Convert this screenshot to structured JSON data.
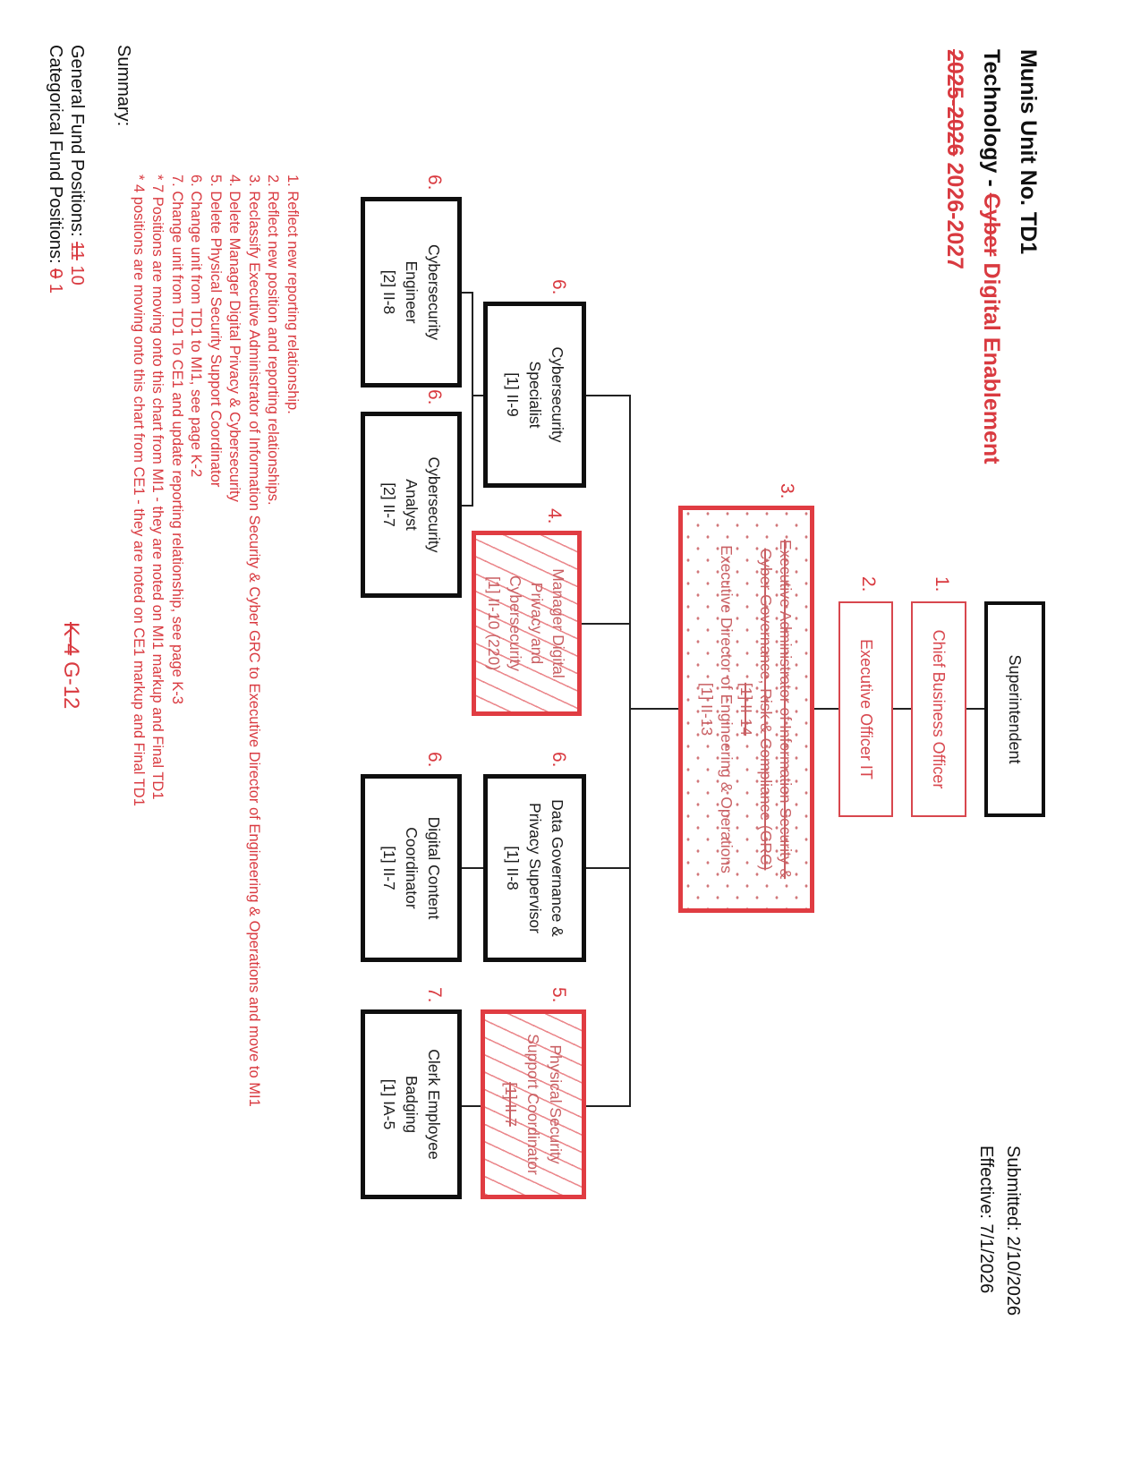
{
  "header": {
    "title_line1": "Munis Unit No. TD1",
    "title_line2_black": "Technology - ",
    "title_line2_struck": "Cyber",
    "title_line2_red": " Digital Enablement",
    "title_line3_struck": "2025-2026",
    "title_line3_red": " 2026-2027",
    "submitted": "Submitted: 2/10/2026",
    "effective": "Effective: 7/1/2026"
  },
  "boxes": [
    {
      "id": "superintendent",
      "number": "",
      "lines": [
        "Superintendent"
      ]
    },
    {
      "id": "chief-business-officer",
      "number": "1.",
      "lines": [
        "Chief Business Officer"
      ]
    },
    {
      "id": "executive-officer-it",
      "number": "2.",
      "lines": [
        "Executive Officer IT"
      ]
    },
    {
      "id": "executive-director-engineering-operations",
      "number": "3.",
      "lines": [
        "Executive Administrator of Information Security &",
        "Cyber Governance, Risk & Compliance (GRC)",
        "[1] II-14",
        "Executive Director of Engineering & Operations",
        "[1] II-13"
      ]
    },
    {
      "id": "manager-digital-privacy-cybersecurity",
      "number": "4.",
      "lines": [
        "Manager Digital",
        "Privacy and",
        "Cybersecurity",
        "[1] II-10 (220)"
      ]
    },
    {
      "id": "cybersecurity-specialist",
      "number": "6.",
      "lines": [
        "Cybersecurity",
        "Specialist",
        "[1] II-9"
      ]
    },
    {
      "id": "cybersecurity-engineer",
      "number": "6.",
      "lines": [
        "Cybersecurity",
        "Engineer",
        "[2] II-8"
      ]
    },
    {
      "id": "cybersecurity-analyst",
      "number": "6.",
      "lines": [
        "Cybersecurity",
        "Analyst",
        "[2] II-7"
      ]
    },
    {
      "id": "data-governance-privacy-supervisor",
      "number": "6.",
      "lines": [
        "Data Governance &",
        "Privacy Supervisor",
        "[1] II-8"
      ]
    },
    {
      "id": "digital-content-coordinator",
      "number": "6.",
      "lines": [
        "Digital Content",
        "Coordinator",
        "[1] II-7"
      ]
    },
    {
      "id": "physical-security-support-coordinator",
      "number": "5.",
      "lines": [
        "Physical Security",
        "Support Coordinator",
        "[1] II-7"
      ]
    },
    {
      "id": "clerk-employee-badging",
      "number": "7.",
      "lines": [
        "Clerk Employee",
        "Badging",
        "[1] IA-5"
      ]
    }
  ],
  "notes": [
    "1. Reflect new reporting relationship.",
    "2. Reflect new position and reporting relationships.",
    "3. Reclassify Executive Administrator of Information Security & Cyber GRC to Executive Director of Engineering & Operations and move to MI1",
    "4. Delete Manager Digital Privacy & Cybersecurity",
    "5. Delete Physical Security Support Coordinator",
    "6. Change unit from TD1 to MI1, see page K-2",
    "7. Change unit from TD1 To CE1 and update reporting relationship, see page K-3",
    "* 7 Positions are moving onto this chart from MI1 - they are noted on MI1 markup and Final TD1",
    "* 4 positions are moving onto this chart from CE1 - they are noted on CE1 markup and Final TD1"
  ],
  "summary": {
    "heading": "Summary:",
    "general_label": "General Fund Positions: ",
    "general_old": "11",
    "general_new": " 10",
    "categorical_label": "Categorical Fund Positions: ",
    "categorical_old": "0",
    "categorical_new": " 1"
  },
  "footer": {
    "page_old": "K-4",
    "page_new": " G-12"
  },
  "colors": {
    "annotation_red": "#d93a40",
    "box_black": "#0f0f0f",
    "background": "#ffffff"
  }
}
